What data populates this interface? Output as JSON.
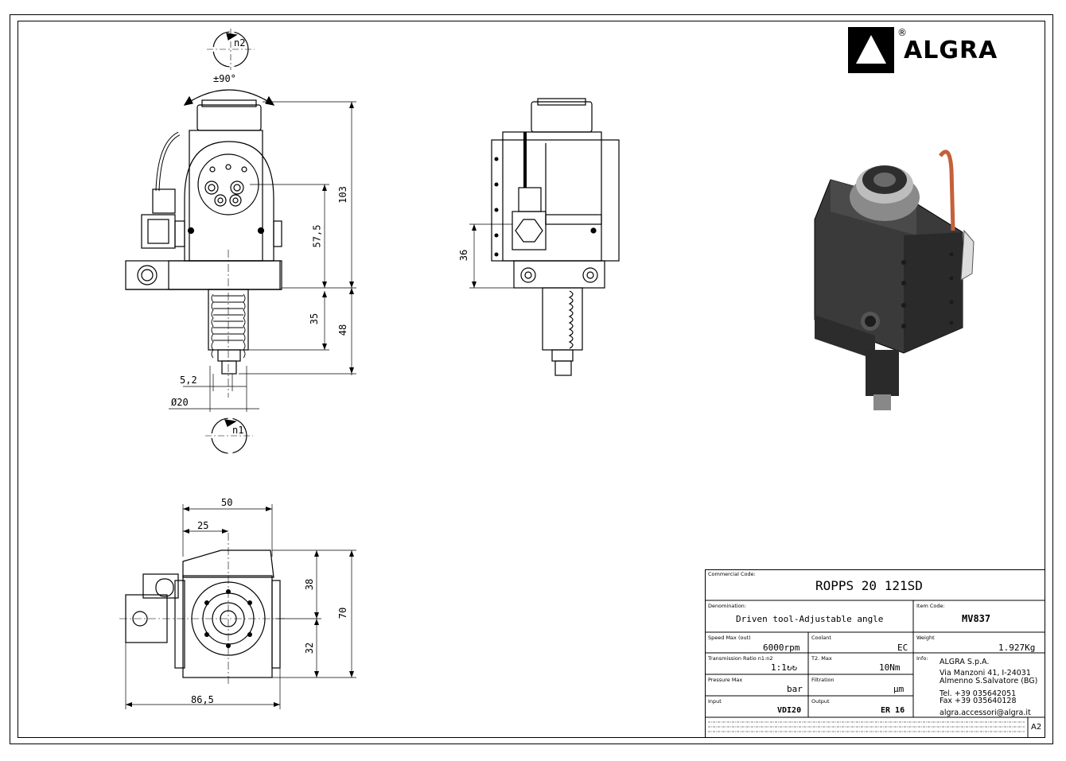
{
  "brand": {
    "name": "ALGRA",
    "registered": "®"
  },
  "dimensions": {
    "n2": "n2",
    "angle": "±90°",
    "d103": "103",
    "d57_5": "57,5",
    "d35": "35",
    "d48": "48",
    "d5_2": "5,2",
    "dia20": "Ø20",
    "n1": "n1",
    "d36": "36",
    "d50": "50",
    "d25": "25",
    "d38": "38",
    "d70": "70",
    "d32": "32",
    "d86_5": "86,5"
  },
  "title_block": {
    "commercial_code_label": "Commercial Code:",
    "commercial_code": "ROPPS 20 121SD",
    "denomination_label": "Denomination:",
    "denomination": "Driven tool-Adjustable angle",
    "item_code_label": "Item Code:",
    "item_code": "MV837",
    "speed_label": "Speed Max (out)",
    "speed": "6000rpm",
    "coolant_label": "Coolant",
    "coolant": "EC",
    "weight_label": "Weight",
    "weight": "1.927Kg",
    "ratio_label": "Transmission Ratio n1:n2",
    "ratio": "1:1↻↻",
    "torque_label": "T2. Max",
    "torque": "10Nm",
    "info_label": "Info:",
    "company": "ALGRA S.p.A.",
    "address1": "Via Manzoni 41, I-24031",
    "address2": "Almenno S.Salvatore (BG)",
    "tel": "Tel. +39 035642051",
    "fax": "Fax +39 035640128",
    "email": "algra.accessori@algra.it",
    "pressure_label": "Pressure Max",
    "pressure": "bar",
    "filtration_label": "Filtration",
    "filtration": "µm",
    "input_label": "Input",
    "input": "VDI20",
    "output_label": "Output",
    "output": "ER 16",
    "sheet_size": "A2"
  }
}
